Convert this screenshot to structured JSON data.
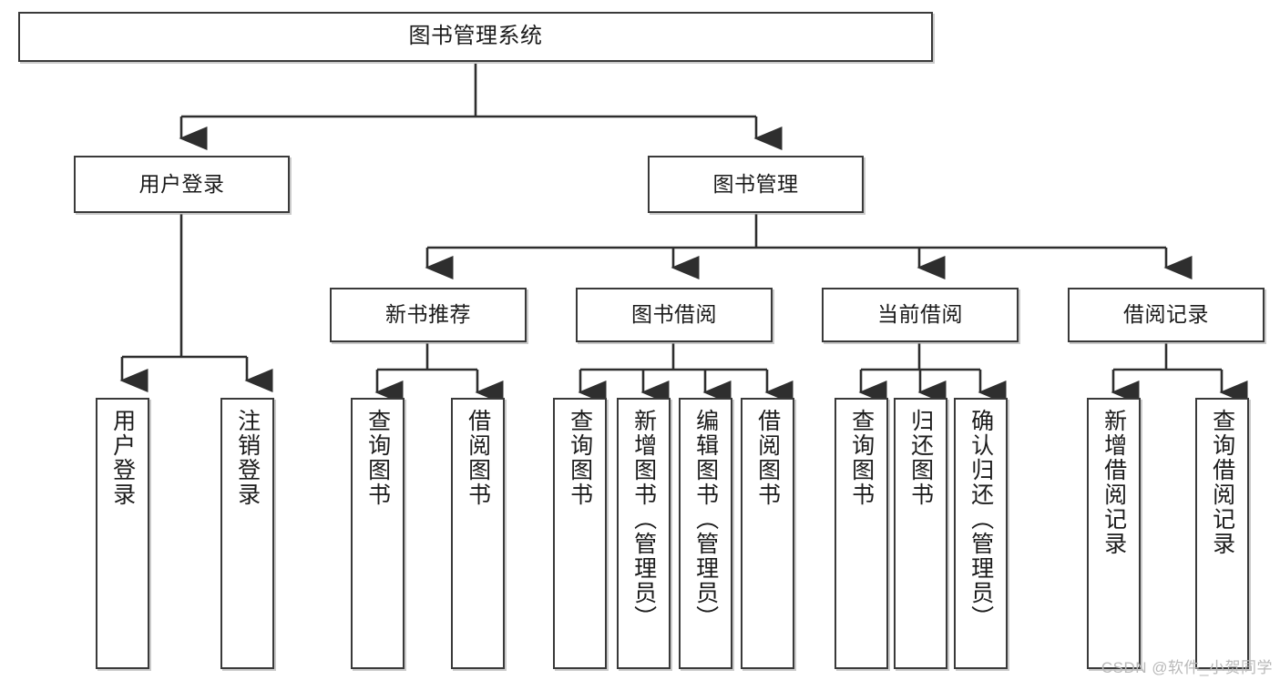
{
  "diagram": {
    "type": "tree",
    "title": "图书管理系统",
    "root": {
      "label": "图书管理系统"
    },
    "level2": [
      {
        "label": "用户登录"
      },
      {
        "label": "图书管理"
      }
    ],
    "level3": [
      {
        "label": "新书推荐"
      },
      {
        "label": "图书借阅"
      },
      {
        "label": "当前借阅"
      },
      {
        "label": "借阅记录"
      }
    ],
    "leaves": {
      "user_login": [
        {
          "label": "用户登录"
        },
        {
          "label": "注销登录"
        }
      ],
      "new_book_recommend": [
        {
          "label": "查询图书"
        },
        {
          "label": "借阅图书"
        }
      ],
      "book_borrow": [
        {
          "label": "查询图书"
        },
        {
          "label": "新增图书（管理员）"
        },
        {
          "label": "编辑图书（管理员）"
        },
        {
          "label": "借阅图书"
        }
      ],
      "current_borrow": [
        {
          "label": "查询图书"
        },
        {
          "label": "归还图书"
        },
        {
          "label": "确认归还（管理员）"
        }
      ],
      "borrow_record": [
        {
          "label": "新增借阅记录"
        },
        {
          "label": "查询借阅记录"
        }
      ]
    },
    "colors": {
      "box_border": "#3a3a3a",
      "box_fill": "#ffffff",
      "line": "#2e2e2e",
      "text": "#1b1b1b",
      "watermark": "#b9b9b9",
      "background": "#ffffff"
    }
  },
  "watermark": {
    "text": "CSDN @软件_小贺同学"
  }
}
